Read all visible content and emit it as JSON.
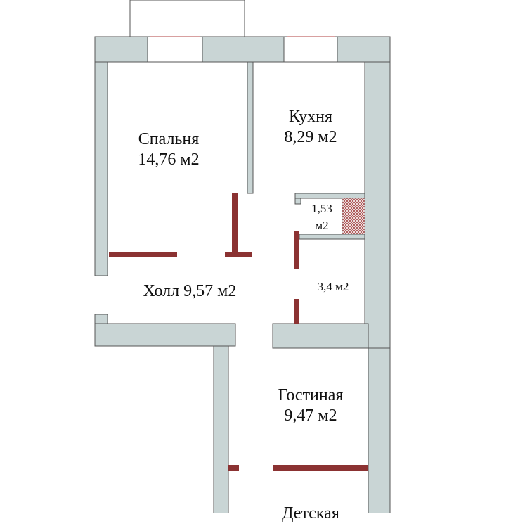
{
  "rooms": {
    "bedroom": {
      "name": "Спальня",
      "area": "14,76 м2"
    },
    "kitchen": {
      "name": "Кухня",
      "area": "8,29 м2"
    },
    "bathroom": {
      "area_line1": "1,53",
      "area_line2": "м2"
    },
    "storage": {
      "area": "3,4 м2"
    },
    "hall": {
      "label": "Холл 9,57 м2"
    },
    "living": {
      "name": "Гостиная",
      "area": "9,47 м2"
    },
    "kids": {
      "name": "Детская"
    }
  },
  "colors": {
    "wall": "#c9d5d5",
    "door": "#8b3232"
  }
}
